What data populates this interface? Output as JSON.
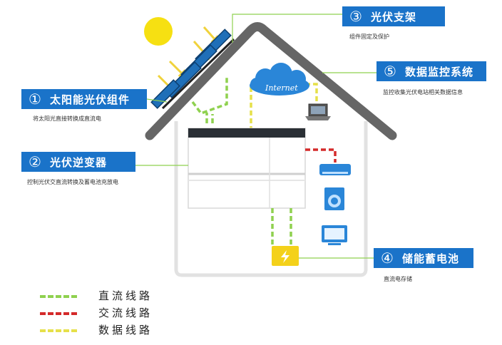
{
  "components": [
    {
      "num": "①",
      "title": "太阳能光伏组件",
      "desc": "将太阳光直接转换成直流电"
    },
    {
      "num": "②",
      "title": "光伏逆变器",
      "desc": "控制光伏交直流转换及蓄电池充放电"
    },
    {
      "num": "③",
      "title": "光伏支架",
      "desc": "组件固定及保护"
    },
    {
      "num": "④",
      "title": "储能蓄电池",
      "desc": "直流电存储"
    },
    {
      "num": "⑤",
      "title": "数据监控系统",
      "desc": "监控收集光伏电站相关数据信息"
    }
  ],
  "cloud_text": "Internet",
  "legend": [
    {
      "label": "直流线路",
      "color": "#8fd14f"
    },
    {
      "label": "交流线路",
      "color": "#d42a2a"
    },
    {
      "label": "数据线路",
      "color": "#e6e04a"
    }
  ],
  "colors": {
    "label_bg": "#1a73c9",
    "roof": "#666666",
    "panel": "#1f6fb8",
    "sun": "#f6e012",
    "arrow": "#f0d23c",
    "battery": "#f4d11a"
  }
}
